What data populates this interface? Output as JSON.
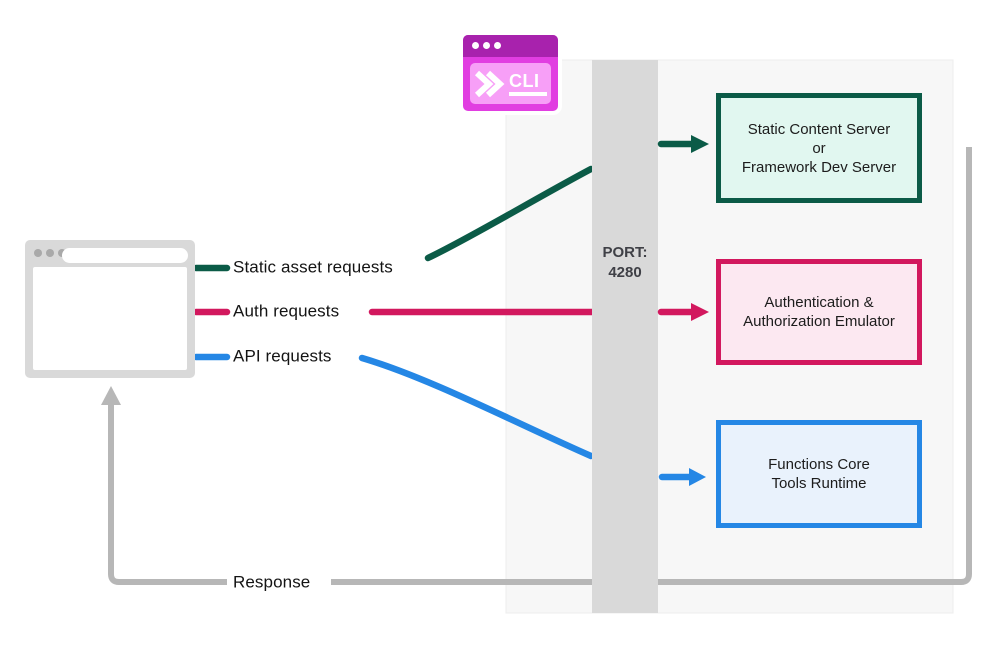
{
  "labels": {
    "static_requests": "Static asset requests",
    "auth_requests": "Auth requests",
    "api_requests": "API requests",
    "response": "Response"
  },
  "port": {
    "label": "PORT:\n4280"
  },
  "cli_icon": {
    "label": "CLI"
  },
  "boxes": {
    "static_server": {
      "label": "Static Content Server\nor\nFramework Dev Server"
    },
    "auth_emulator": {
      "label": "Authentication &\nAuthorization Emulator"
    },
    "functions_runtime": {
      "label": "Functions Core\nTools Runtime"
    }
  },
  "icons": {
    "cli_window": "terminal-window-icon",
    "cli_chevron": "double-chevron-right-icon",
    "browser_window": "browser-window-icon"
  },
  "colors": {
    "static_green": "#0b5b47",
    "auth_pink": "#d2185e",
    "api_blue": "#2587e5",
    "response_gray": "#b7b7b7",
    "port_bar": "#d9d9d9",
    "panel_bg": "#f7f7f7",
    "static_box_bg": "#e1f7f0",
    "auth_box_bg": "#fce8f1",
    "functions_box_bg": "#e9f2fc",
    "cli_title": "#a822ad",
    "cli_body": "#e13ee1",
    "cli_inner": "#f79ff7"
  }
}
